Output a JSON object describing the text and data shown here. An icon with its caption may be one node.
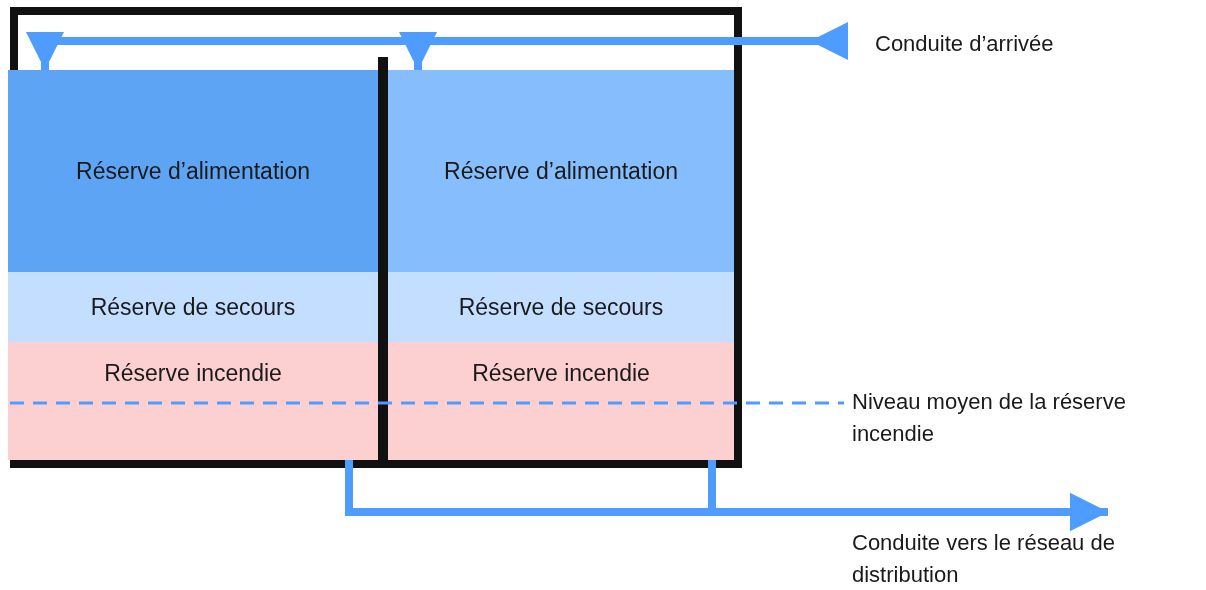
{
  "diagram": {
    "nodes": [
      {
        "text": [],
        "shape": "box"
      },
      {
        "text": [
          "Réserve d’alimentation"
        ],
        "in": 0
      },
      {
        "text": [
          "Réserve de secours"
        ],
        "in": 0
      },
      {
        "text": [
          "Réserve incendie"
        ],
        "in": 0
      },
      {
        "text": [
          "Réserve d’alimentation"
        ],
        "in": 0
      },
      {
        "text": [
          "Réserve de secours"
        ],
        "in": 0
      },
      {
        "text": [
          "Réserve incendie"
        ],
        "in": 0
      },
      {
        "text": [
          "Conduite d’arrivée"
        ]
      },
      {
        "text": [
          "Conduite vers le réseau de distribution"
        ]
      }
    ],
    "edges": [
      {
        "from": 7,
        "to": 1,
        "arrow": "to"
      },
      {
        "from": 7,
        "to": 4,
        "arrow": "to"
      },
      {
        "from": 3,
        "to": 8,
        "arrow": "to"
      },
      {
        "from": 6,
        "to": 8,
        "arrow": "to"
      }
    ],
    "labels": [
      "Niveau moyen de la réserve incendie"
    ]
  }
}
